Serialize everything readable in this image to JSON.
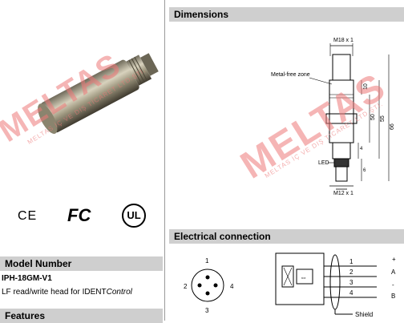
{
  "sections": {
    "dimensions": "Dimensions",
    "electrical": "Electrical connection",
    "model_number": "Model Number",
    "features": "Features"
  },
  "product": {
    "model": "IPH-18GM-V1",
    "description_main": "LF read/write head for IDENT",
    "description_em": "Control"
  },
  "certifications": {
    "ce": "CE",
    "fcc": "FC",
    "ul": "UL"
  },
  "dimensions_labels": {
    "thread_top": "M18 x 1",
    "metal_free": "Metal-free zone",
    "d10": "10",
    "d50": "50",
    "d55": "55",
    "d66": "66",
    "d4": "4",
    "d6": "6",
    "led": "LED",
    "thread_bottom": "M12 x 1"
  },
  "connector": {
    "pins": [
      "1",
      "2",
      "3",
      "4"
    ]
  },
  "wiring": {
    "wires": [
      "1",
      "2",
      "3",
      "4"
    ],
    "signals": [
      "+",
      "A",
      "-",
      "B"
    ],
    "shield": "Shield"
  },
  "watermark": {
    "brand": "MELTAS",
    "sub": "MELTAS İÇ VE DIŞ TİCARET LTD.ŞTİ."
  }
}
